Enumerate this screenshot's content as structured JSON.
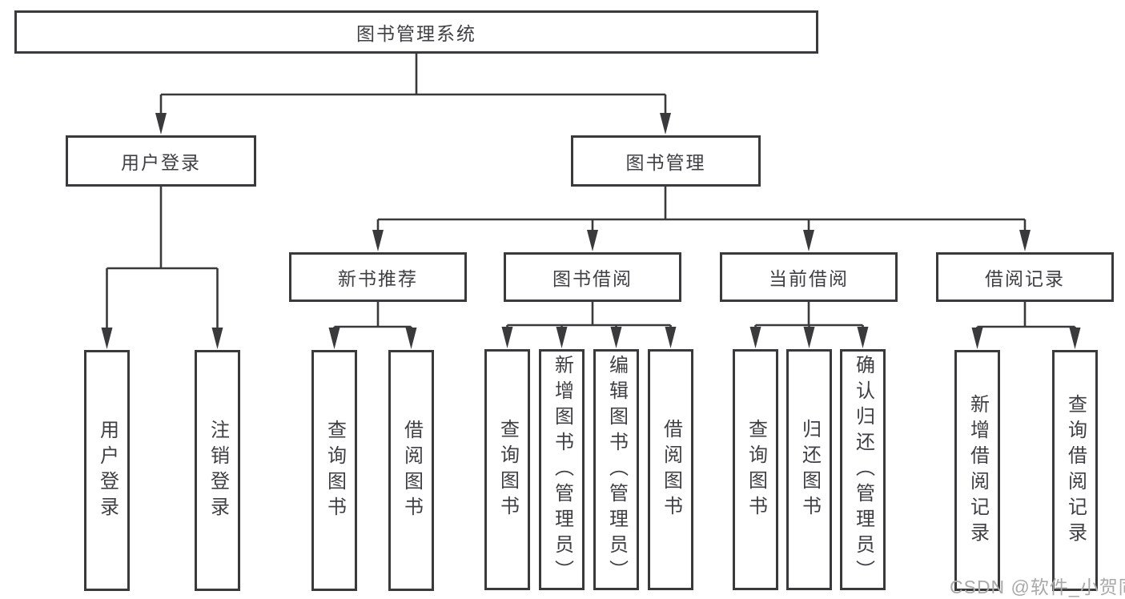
{
  "diagram": {
    "root": {
      "label": "图书管理系统"
    },
    "branches": [
      {
        "label": "用户登录",
        "children": [
          {
            "label": "用户登录"
          },
          {
            "label": "注销登录"
          }
        ]
      },
      {
        "label": "图书管理",
        "children": [
          {
            "label": "新书推荐",
            "children": [
              {
                "label": "查询图书"
              },
              {
                "label": "借阅图书"
              }
            ]
          },
          {
            "label": "图书借阅",
            "children": [
              {
                "label": "查询图书"
              },
              {
                "label": "新增图书（管理员）"
              },
              {
                "label": "编辑图书（管理员）"
              },
              {
                "label": "借阅图书"
              }
            ]
          },
          {
            "label": "当前借阅",
            "children": [
              {
                "label": "查询图书"
              },
              {
                "label": "归还图书"
              },
              {
                "label": "确认归还（管理员）"
              }
            ]
          },
          {
            "label": "借阅记录",
            "children": [
              {
                "label": "新增借阅记录"
              },
              {
                "label": "查询借阅记录"
              }
            ]
          }
        ]
      }
    ],
    "watermark": "CSDN @软件_小贺同学",
    "colors": {
      "line": "#3a3a3c",
      "text": "#3f3f44",
      "box_background": "#ffffff",
      "watermark": "#a9a9a9",
      "page_background": "#ffffff"
    }
  }
}
